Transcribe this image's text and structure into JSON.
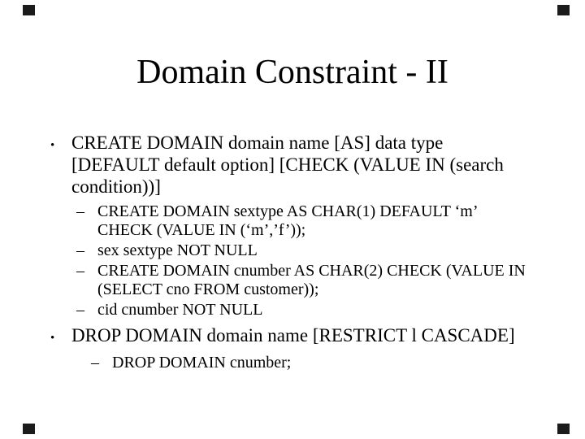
{
  "slide": {
    "title": "Domain Constraint - II",
    "items": [
      {
        "level": 1,
        "marker": "•",
        "text": "CREATE DOMAIN domain name [AS] data type\n[DEFAULT default option] [CHECK (VALUE IN (search\ncondition))]"
      },
      {
        "level": 2,
        "marker": "–",
        "text": "CREATE DOMAIN sextype AS CHAR(1) DEFAULT ‘m’\nCHECK (VALUE IN (‘m’,’f’));"
      },
      {
        "level": 2,
        "marker": "–",
        "text": "sex sextype NOT NULL"
      },
      {
        "level": 2,
        "marker": "–",
        "text": "CREATE DOMAIN cnumber AS CHAR(2) CHECK (VALUE IN\n(SELECT cno FROM customer));"
      },
      {
        "level": 2,
        "marker": "–",
        "text": "cid cnumber NOT NULL"
      },
      {
        "level": 1,
        "marker": "•",
        "text": "DROP DOMAIN domain name [RESTRICT l CASCADE]"
      },
      {
        "level": 2,
        "marker": "–",
        "text": "DROP DOMAIN cnumber;"
      }
    ]
  },
  "colors": {
    "background": "#ffffff",
    "text": "#000000",
    "corner_mark": "#1b1b1b"
  }
}
